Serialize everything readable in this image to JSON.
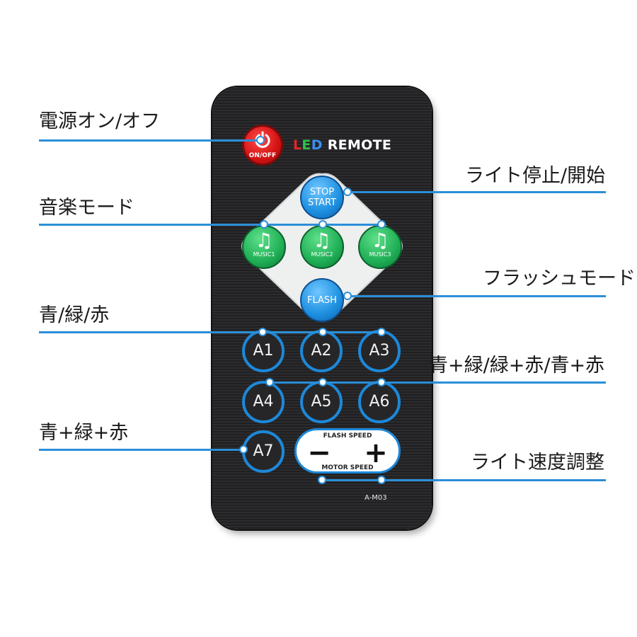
{
  "labels": {
    "power": "電源オン/オフ",
    "music_mode": "音楽モード",
    "color_single": "青/緑/赤",
    "color_all": "青+緑+赤",
    "stop_start": "ライト停止/開始",
    "flash_mode": "フラッシュモード",
    "color_pair": "青+緑/緑+赤/青+赤",
    "speed_adjust": "ライト速度調整"
  },
  "remote": {
    "power_text": "ON/OFF",
    "brand": {
      "l": "L",
      "e": "E",
      "d": "D",
      "rest": " REMOTE"
    },
    "stop_start": [
      "STOP",
      "START"
    ],
    "music": [
      "MUSIC1",
      "MUSIC2",
      "MUSIC3"
    ],
    "flash": "FLASH",
    "a_buttons": [
      "A1",
      "A2",
      "A3",
      "A4",
      "A5",
      "A6",
      "A7"
    ],
    "flash_speed": "FLASH SPEED",
    "motor_speed": "MOTOR SPEED",
    "minus": "−",
    "plus": "+",
    "model": "A-M03"
  },
  "colors": {
    "leader_line": "#2b8fd8",
    "power_red": "#d31212",
    "button_blue": "#1d8fe0",
    "music_green": "#1fae55"
  },
  "icons": {
    "power": "power-icon",
    "music": "music-note-icon"
  }
}
